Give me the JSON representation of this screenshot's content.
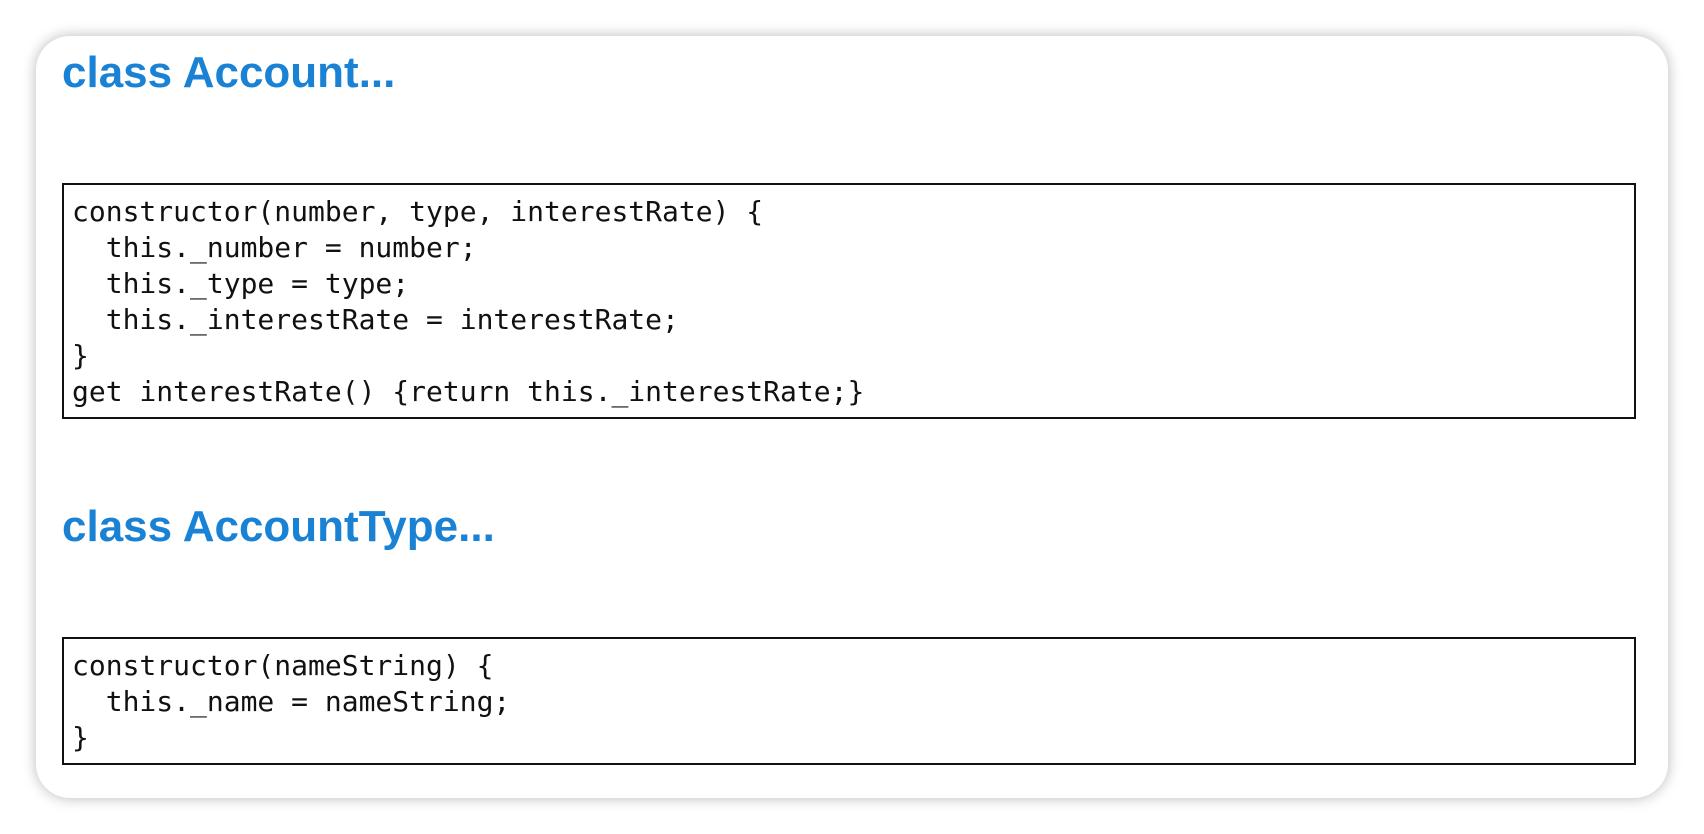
{
  "sections": [
    {
      "heading": "class Account...",
      "code_lines": [
        "constructor(number, type, interestRate) {",
        "  this._number = number;",
        "  this._type = type;",
        "  this._interestRate = interestRate;",
        "}",
        "get interestRate() {return this._interestRate;}"
      ]
    },
    {
      "heading": "class AccountType...",
      "code_lines": [
        "constructor(nameString) {",
        "  this._name = nameString;",
        "}"
      ]
    }
  ],
  "colors": {
    "heading": "#1a82d4",
    "code_text": "#111111",
    "code_border": "#111111"
  }
}
